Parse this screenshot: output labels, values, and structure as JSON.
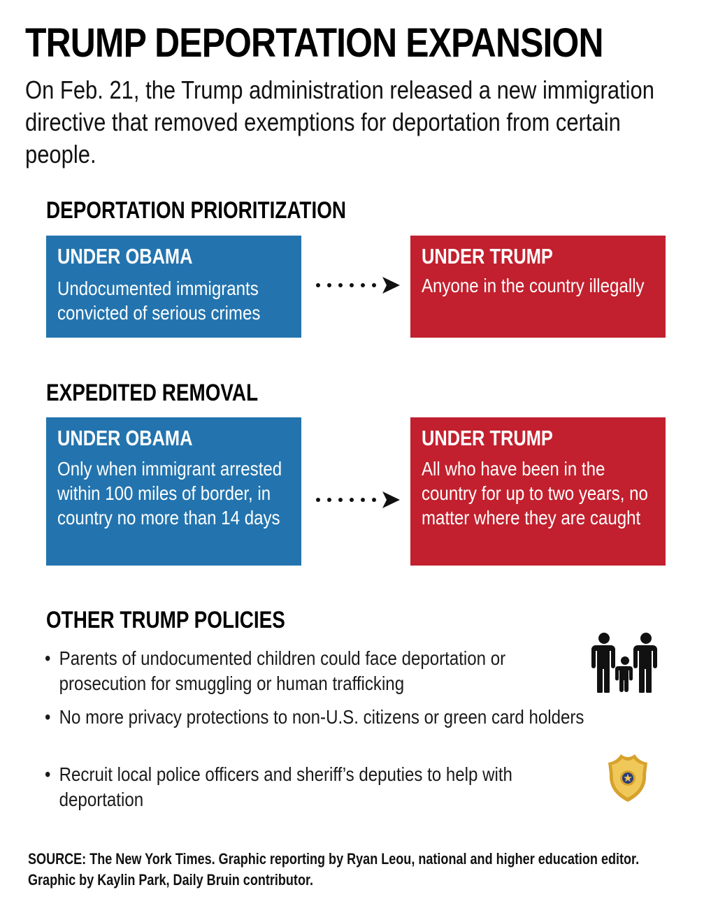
{
  "title": "TRUMP DEPORTATION EXPANSION",
  "intro": "On Feb. 21, the Trump administration released a new immigration directive that removed exemptions for deportation from certain people.",
  "sections": [
    {
      "heading": "DEPORTATION PRIORITIZATION",
      "obama": {
        "label": "UNDER OBAMA",
        "text": "Undocumented immigrants convicted of serious crimes"
      },
      "trump": {
        "label": "UNDER TRUMP",
        "text": "Anyone in the country illegally"
      }
    },
    {
      "heading": "EXPEDITED REMOVAL",
      "obama": {
        "label": "UNDER OBAMA",
        "text": "Only when immigrant arrested within 100 miles of border, in country no more than 14 days"
      },
      "trump": {
        "label": "UNDER TRUMP",
        "text": "All who have been in the country for up to two years, no matter where they are caught"
      }
    }
  ],
  "other": {
    "heading": "OTHER TRUMP POLICIES",
    "bullet": "•",
    "items": [
      "Parents of undocumented children could face deportation or prosecution for smuggling or human trafficking",
      "No more privacy protections to non-U.S. citizens or green card holders",
      "Recruit local police officers and sheriff’s deputies to help with deportation"
    ]
  },
  "icons": {
    "family": "family-icon",
    "badge": "police-badge-icon",
    "arrow": "dotted-arrow-icon"
  },
  "colors": {
    "obama": "#2374ae",
    "trump": "#c2202e",
    "badge_gold": "#e2b43a",
    "badge_center": "#2a3d7a"
  },
  "source": "SOURCE: The New York Times. Graphic reporting by Ryan Leou, national and higher education editor. Graphic by Kaylin Park, Daily Bruin contributor."
}
